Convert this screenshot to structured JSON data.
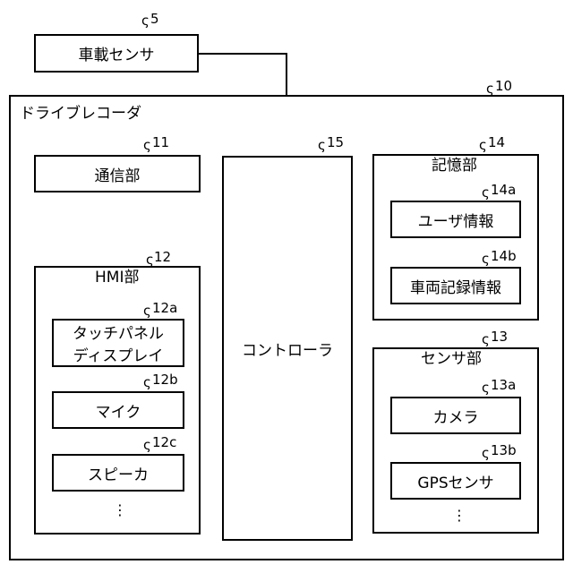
{
  "vehicle_sensor": {
    "label": "車載センサ",
    "ref": "5"
  },
  "drive_recorder": {
    "label": "ドライブレコーダ",
    "ref": "10"
  },
  "comm_unit": {
    "label": "通信部",
    "ref": "11"
  },
  "hmi_unit": {
    "label": "HMI部",
    "ref": "12",
    "touch_panel": {
      "line1": "タッチパネル",
      "line2": "ディスプレイ",
      "ref": "12a"
    },
    "mic": {
      "label": "マイク",
      "ref": "12b"
    },
    "speaker": {
      "label": "スピーカ",
      "ref": "12c"
    },
    "ellipsis": "⋮"
  },
  "controller": {
    "label": "コントローラ",
    "ref": "15"
  },
  "storage_unit": {
    "label": "記憶部",
    "ref": "14",
    "user_info": {
      "label": "ユーザ情報",
      "ref": "14a"
    },
    "vehicle_record": {
      "label": "車両記録情報",
      "ref": "14b"
    }
  },
  "sensor_unit": {
    "label": "センサ部",
    "ref": "13",
    "camera": {
      "label": "カメラ",
      "ref": "13a"
    },
    "gps": {
      "label": "GPSセンサ",
      "ref": "13b"
    },
    "ellipsis": "⋮"
  },
  "ref_tick": "ς"
}
